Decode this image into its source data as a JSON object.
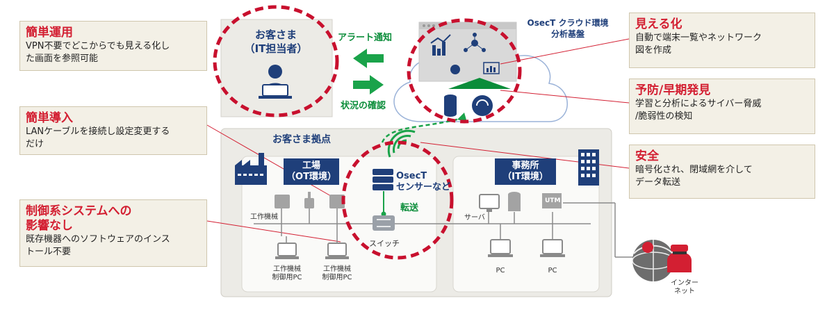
{
  "customer": {
    "title": "お客さま\n（IT担当者）"
  },
  "arrows": {
    "alert": "アラート通知",
    "status": "状況の確認"
  },
  "cloud": {
    "title": "OsecT クラウド環境\n分析基盤"
  },
  "site": {
    "title": "お客さま拠点"
  },
  "factory": {
    "tag": "工場\n（OT環境）",
    "machines_label": "工作機械",
    "pc1": "工作機械\n制御用PC",
    "pc2": "工作機械\n制御用PC",
    "switch": "スイッチ"
  },
  "sensor": {
    "title": "OsecT\nセンサーなど",
    "transfer": "転送"
  },
  "office": {
    "tag": "事務所\n（IT環境）",
    "server": "サーバ",
    "utm": "UTM",
    "pc1": "PC",
    "pc2": "PC"
  },
  "internet": {
    "label": "インター\nネット"
  },
  "callouts": [
    {
      "title": "簡単運用",
      "body": "VPN不要でどこからでも見える化し\nた画面を参照可能"
    },
    {
      "title": "簡単導入",
      "body": "LANケーブルを接続し設定変更する\nだけ"
    },
    {
      "title": "制御系システムへの\n影響なし",
      "body": "既存機器へのソフトウェアのインス\nトール不要"
    },
    {
      "title": "見える化",
      "body": "自動で端末一覧やネットワーク\n図を作成"
    },
    {
      "title": "予防/早期発見",
      "body": "学習と分析によるサイバー脅威\n/脆弱性の検知"
    },
    {
      "title": "安全",
      "body": "暗号化され、閉域網を介して\nデータ転送"
    }
  ],
  "colors": {
    "accent_red": "#d31f32",
    "navy": "#1f3f7a",
    "green": "#0b8d3a",
    "panel": "#efeee9"
  }
}
